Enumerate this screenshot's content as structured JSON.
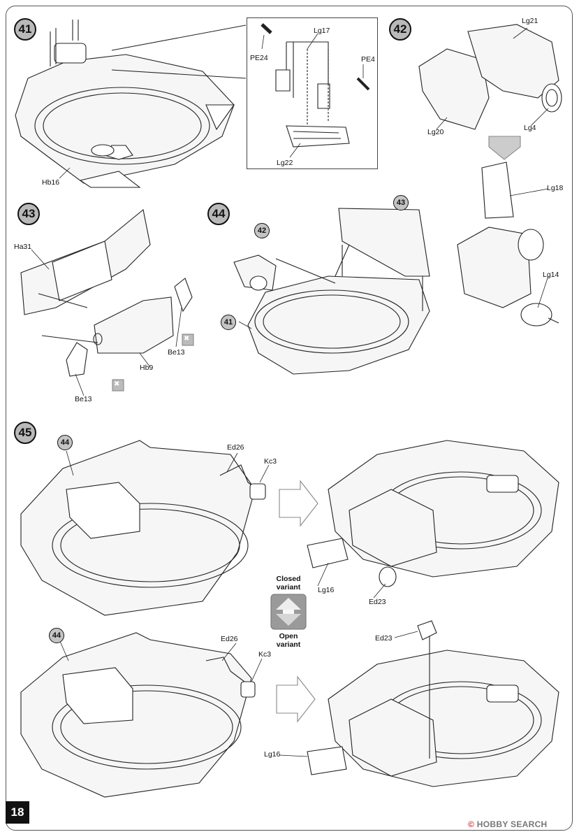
{
  "page": {
    "number": "18"
  },
  "watermark": {
    "brand": "HOBBY SEARCH",
    "mark": "©"
  },
  "steps": [
    {
      "num": "41",
      "parts": [
        "Lg17",
        "PE24",
        "PE4",
        "Lg22",
        "Hb16"
      ]
    },
    {
      "num": "42",
      "parts": [
        "Lg21",
        "Lg20",
        "Lg4",
        "Lg18",
        "Lg14"
      ]
    },
    {
      "num": "43",
      "parts": [
        "Ha31",
        "Be13",
        "Hb9",
        "Be13"
      ]
    },
    {
      "num": "44",
      "refs": [
        "42",
        "43",
        "41"
      ]
    },
    {
      "num": "45",
      "refs": [
        "44",
        "44"
      ],
      "parts": [
        "Ed26",
        "Kc3",
        "Lg16",
        "Ed23",
        "Ed26",
        "Kc3",
        "Ed23",
        "Lg16"
      ]
    }
  ],
  "variant_toggle": {
    "top": "Closed\nvariant",
    "top_line1": "Closed",
    "top_line2": "variant",
    "bottom_line1": "Open",
    "bottom_line2": "variant"
  },
  "colors": {
    "line": "#222222",
    "fill_light": "#f4f4f4",
    "badge_grey": "#b9b9b9",
    "arrow_grey": "#9a9a9a"
  },
  "icons": [
    "glue-warning-icon",
    "glue-warning-icon"
  ]
}
